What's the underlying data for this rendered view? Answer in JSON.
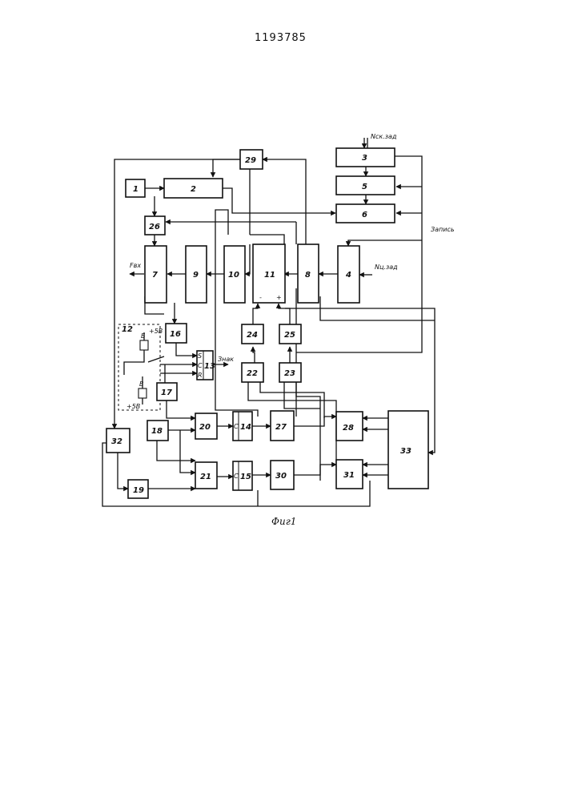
{
  "document": {
    "patent_number": "1193785",
    "figure_caption": "Фиг1"
  },
  "diagram": {
    "blocks": [
      "1",
      "2",
      "3",
      "5",
      "6",
      "26",
      "7",
      "9",
      "10",
      "11",
      "8",
      "4",
      "16",
      "13",
      "17",
      "18",
      "20",
      "14",
      "27",
      "28",
      "33",
      "21",
      "15",
      "30",
      "31",
      "32",
      "19",
      "22",
      "23",
      "24",
      "25",
      "29",
      "12"
    ],
    "signals": {
      "n_sk_zad": "Nск.зад",
      "n_ts_zad": "Nц.зад",
      "zapis": "Запись",
      "f_vyh": "Fвх",
      "znak": "Знак",
      "plus5v_a": "+5В",
      "plus5v_b": "+5В",
      "r_a": "Б",
      "r_b": "В",
      "op_minus": "-",
      "op_plus": "+",
      "pin_s": "S",
      "pin_c": "C",
      "pin_r": "R",
      "pin_c14": "C",
      "pin_c15": "C"
    }
  }
}
